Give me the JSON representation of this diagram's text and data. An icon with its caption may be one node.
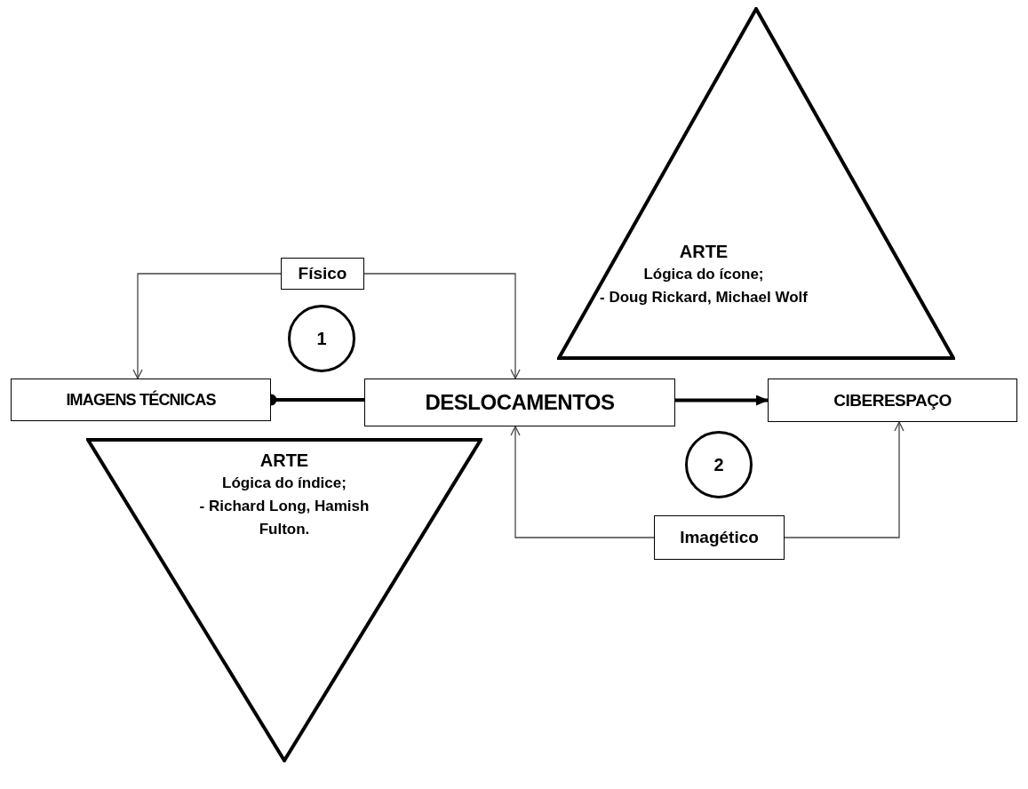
{
  "diagram": {
    "nodes": [
      {
        "text": [
          "ARTE",
          "Lógica do ícone;",
          "- Doug Rickard, Michael Wolf"
        ]
      },
      {
        "text": [
          "Físico"
        ]
      },
      {
        "text": [
          "1"
        ]
      },
      {
        "text": [
          "IMAGENS TÉCNICAS"
        ]
      },
      {
        "text": [
          "DESLOCAMENTOS"
        ]
      },
      {
        "text": [
          "CIBERESPAÇO"
        ]
      },
      {
        "text": [
          "ARTE",
          "Lógica do índice;",
          "- Richard Long, Hamish Fulton."
        ]
      },
      {
        "text": [
          "2"
        ]
      },
      {
        "text": [
          "Imagético"
        ]
      }
    ],
    "edges": [
      {
        "from": 1,
        "to": 3,
        "arrow": "to"
      },
      {
        "from": 1,
        "to": 4,
        "arrow": "to"
      },
      {
        "from": 4,
        "to": 3,
        "arrow": "other",
        "style": "thick"
      },
      {
        "from": 4,
        "to": 5,
        "arrow": "to",
        "style": "thick"
      },
      {
        "from": 8,
        "to": 4,
        "arrow": "to"
      },
      {
        "from": 8,
        "to": 5,
        "arrow": "to"
      }
    ]
  }
}
